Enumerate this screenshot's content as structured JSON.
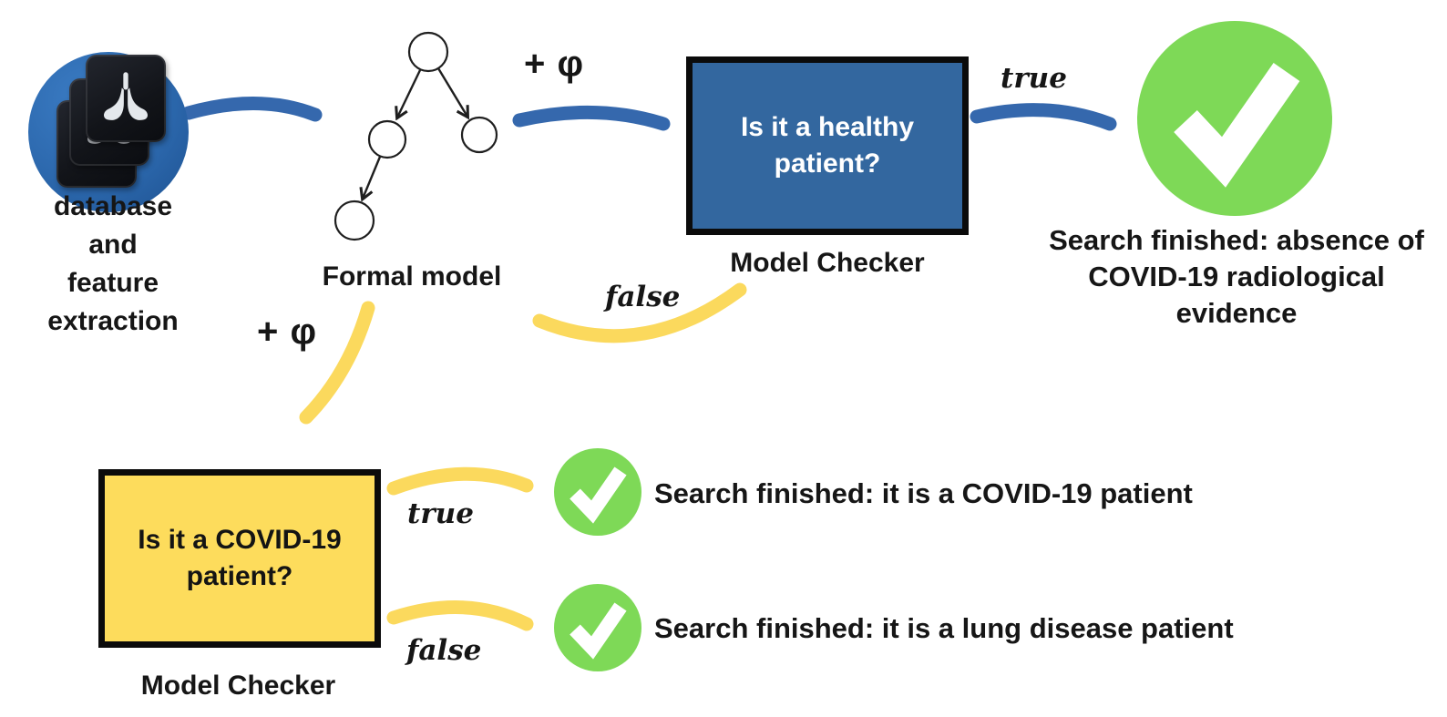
{
  "colors": {
    "blue_arrow": "#3568AD",
    "blue_box": "#33679F",
    "yellow_arrow": "#FBD95D",
    "yellow_box": "#FDDC5C",
    "green": "#7ED957",
    "ink": "#161616"
  },
  "icons": {
    "database": "lung-xray-database-icon",
    "success": "green-check-circle-icon"
  },
  "database": {
    "lines": [
      "database",
      "and",
      "feature",
      "extraction"
    ]
  },
  "formal_model": {
    "label": "Formal model"
  },
  "edges": {
    "phi_top": "+ φ",
    "phi_bottom": "+ φ",
    "true_top": "true",
    "false_top": "false",
    "true_bottom": "true",
    "false_bottom": "false"
  },
  "checker_healthy": {
    "question_line1": "Is it a healthy",
    "question_line2": "patient?",
    "label": "Model Checker"
  },
  "checker_covid": {
    "question_line1": "Is it a COVID-19",
    "question_line2": "patient?",
    "label": "Model Checker"
  },
  "results": {
    "healthy": {
      "lines": [
        "Search finished: absence of",
        "COVID-19 radiological",
        "evidence"
      ]
    },
    "covid": "Search finished: it is a COVID-19 patient",
    "lung": "Search finished: it is a lung disease patient"
  }
}
